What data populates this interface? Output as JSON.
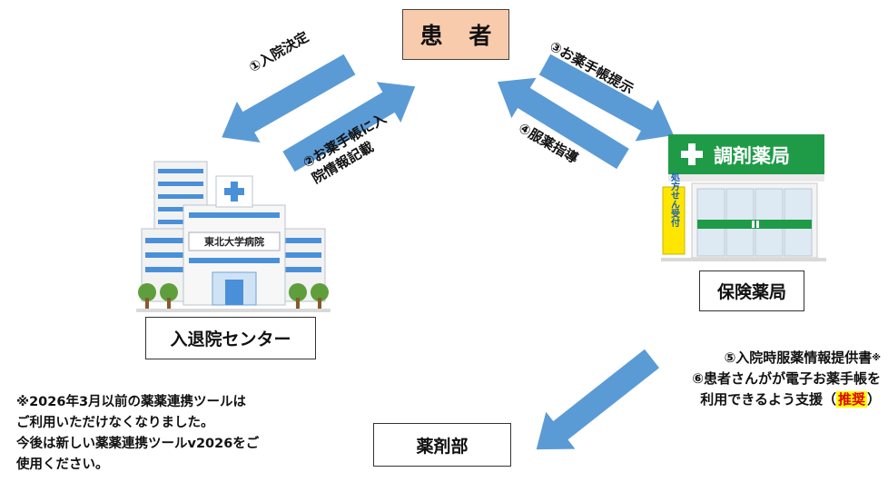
{
  "nodes": {
    "patient": "患 者",
    "center": "入退院センター",
    "pharmacy": "保険薬局",
    "dept": "薬剤部"
  },
  "hospital": {
    "sign": "東北大学病院"
  },
  "drugstore": {
    "sign": "調剤薬局",
    "side_sign": "処方せん受付"
  },
  "arrows": {
    "a1": "①入院決定",
    "a2": "②お薬手帳に入\n院情報記載",
    "a3": "③お薬手帳提示",
    "a4": "④服薬指導"
  },
  "support": {
    "line5": "⑤入院時服薬情報提供書",
    "line5_mark": "※",
    "line6a": "⑥患者さんがが電子お薬手帳を",
    "line6b_pre": "利用できるよう支援（",
    "line6b_highlight": "推奨",
    "line6b_post": "）"
  },
  "notice": {
    "line1": "※2026年3月以前の薬薬連携ツールは",
    "line2": "ご利用いただけなくなりました。",
    "line3": "今後は新しい薬薬連携ツールv2026をご",
    "line4": "使用ください。"
  },
  "colors": {
    "arrow": "#5b9bd5",
    "patient_fill": "#f8cbad",
    "pharmacy_green": "#1f9b48",
    "highlight_bg": "#ffff00",
    "highlight_text": "#e00000"
  }
}
